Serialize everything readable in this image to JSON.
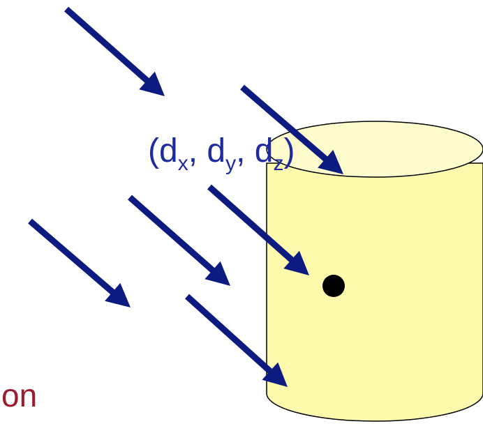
{
  "direction_label": {
    "open_paren": "(",
    "x_base": "d",
    "x_sub": "x",
    "sep1": ", ",
    "y_base": "d",
    "y_sub": "y",
    "sep2": ", ",
    "z_base": "d",
    "z_sub": "z",
    "close_paren": ")"
  },
  "caption": {
    "text": "on"
  },
  "colors": {
    "arrow": "#0d1a80",
    "label_text": "#1e2aa0",
    "caption_text": "#9b1b30",
    "cylinder_fill": "#fdfaae",
    "cylinder_top_fill": "#fefccc",
    "cylinder_stroke": "#000000",
    "point": "#000000"
  },
  "icons": {
    "ray_arrow": "arrow-icon",
    "surface_point": "point-marker"
  }
}
